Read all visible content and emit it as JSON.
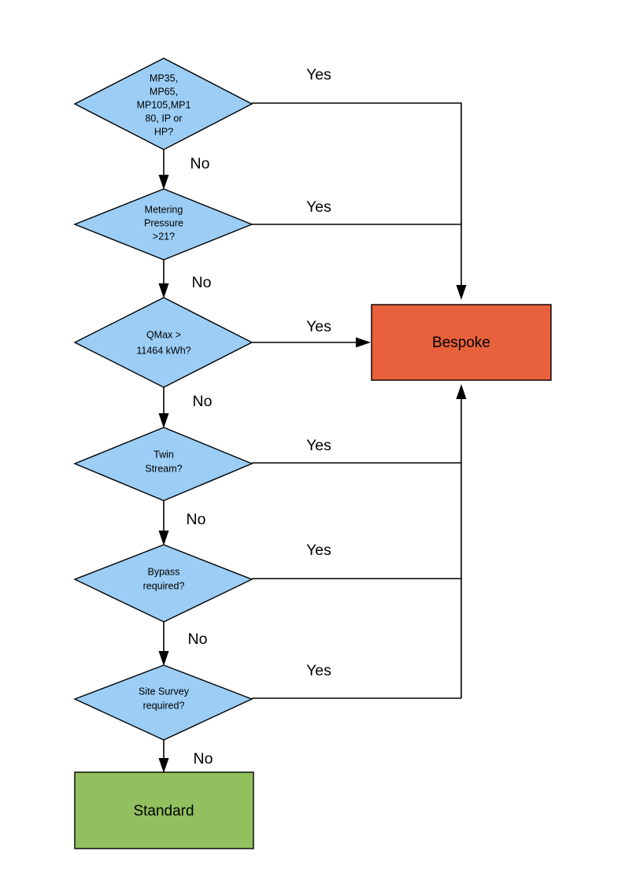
{
  "diagram": {
    "type": "flowchart",
    "title": "",
    "orientation": "top-to-bottom",
    "colors": {
      "decision_fill": "#9BCDF5",
      "bespoke_fill": "#E8603C",
      "standard_fill": "#92C05E",
      "outline": "#000000",
      "background": "#FFFFFF",
      "connector": "#000000"
    },
    "decisions": [
      {
        "id": "decision-product-type",
        "lines": [
          "MP35,",
          "MP65,",
          "MP105,MP1",
          "80, IP or",
          "HP?"
        ],
        "yes_label": "Yes",
        "no_label": "No"
      },
      {
        "id": "decision-metering-pressure",
        "lines": [
          "Metering",
          "Pressure",
          ">21?"
        ],
        "yes_label": "Yes",
        "no_label": "No"
      },
      {
        "id": "decision-qmax",
        "lines": [
          "QMax >",
          "11464 kWh?"
        ],
        "yes_label": "Yes",
        "no_label": "No"
      },
      {
        "id": "decision-twin-stream",
        "lines": [
          "Twin",
          "Stream?"
        ],
        "yes_label": "Yes",
        "no_label": "No"
      },
      {
        "id": "decision-bypass",
        "lines": [
          "Bypass",
          "required?"
        ],
        "yes_label": "Yes",
        "no_label": "No"
      },
      {
        "id": "decision-site-survey",
        "lines": [
          "Site Survey",
          "required?"
        ],
        "yes_label": "Yes",
        "no_label": "No"
      }
    ],
    "terminals": {
      "bespoke": {
        "label": "Bespoke"
      },
      "standard": {
        "label": "Standard"
      }
    }
  }
}
